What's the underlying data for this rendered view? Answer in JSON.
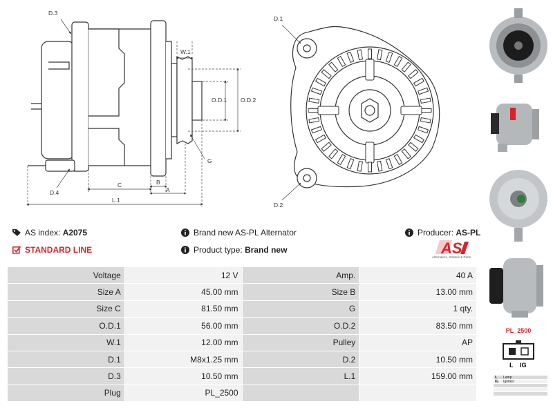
{
  "drawing_labels": {
    "d3": "D.3",
    "d4": "D.4",
    "w1": "W.1",
    "od1": "O.D.1",
    "od2": "O.D.2",
    "g": "G",
    "c": "C",
    "b": "B",
    "a": "A",
    "l1": "L.1",
    "d1": "D.1",
    "d2": "D.2"
  },
  "info": {
    "as_index_label": "AS index:",
    "as_index_value": "A2075",
    "description": "Brand new AS-PL Alternator",
    "producer_label": "Producer:",
    "producer_value": "AS-PL",
    "line": "STANDARD LINE",
    "product_type_label": "Product type:",
    "product_type_value": "Brand new"
  },
  "logo": {
    "text": "AS",
    "tagline": "Alternators, Starters & Parts"
  },
  "specs": [
    {
      "l1": "Voltage",
      "v1": "12 V",
      "l2": "Amp.",
      "v2": "40 A"
    },
    {
      "l1": "Size A",
      "v1": "45.00 mm",
      "l2": "Size B",
      "v2": "13.00 mm"
    },
    {
      "l1": "Size C",
      "v1": "81.50 mm",
      "l2": "G",
      "v2": "1 qty."
    },
    {
      "l1": "O.D.1",
      "v1": "56.00 mm",
      "l2": "O.D.2",
      "v2": "83.50 mm"
    },
    {
      "l1": "W.1",
      "v1": "12.00 mm",
      "l2": "Pulley",
      "v2": "AP"
    },
    {
      "l1": "D.1",
      "v1": "M8x1.25 mm",
      "l2": "D.2",
      "v2": "10.50 mm"
    },
    {
      "l1": "D.3",
      "v1": "10.50 mm",
      "l2": "L.1",
      "v2": "159.00 mm"
    },
    {
      "l1": "Plug",
      "v1": "PL_2500",
      "l2": "",
      "v2": ""
    }
  ],
  "plug": {
    "name": "PL_2500",
    "pin_l": "L",
    "pin_ig": "IG",
    "legend": [
      {
        "key": "L",
        "value": "Lamp"
      },
      {
        "key": "IG",
        "value": "Ignition"
      },
      {
        "key": "",
        "value": ""
      },
      {
        "key": "",
        "value": ""
      },
      {
        "key": "",
        "value": ""
      }
    ]
  },
  "colors": {
    "accent_red": "#d8232a",
    "label_cell": "#d9d9d9",
    "value_cell": "#f2f2f2"
  }
}
